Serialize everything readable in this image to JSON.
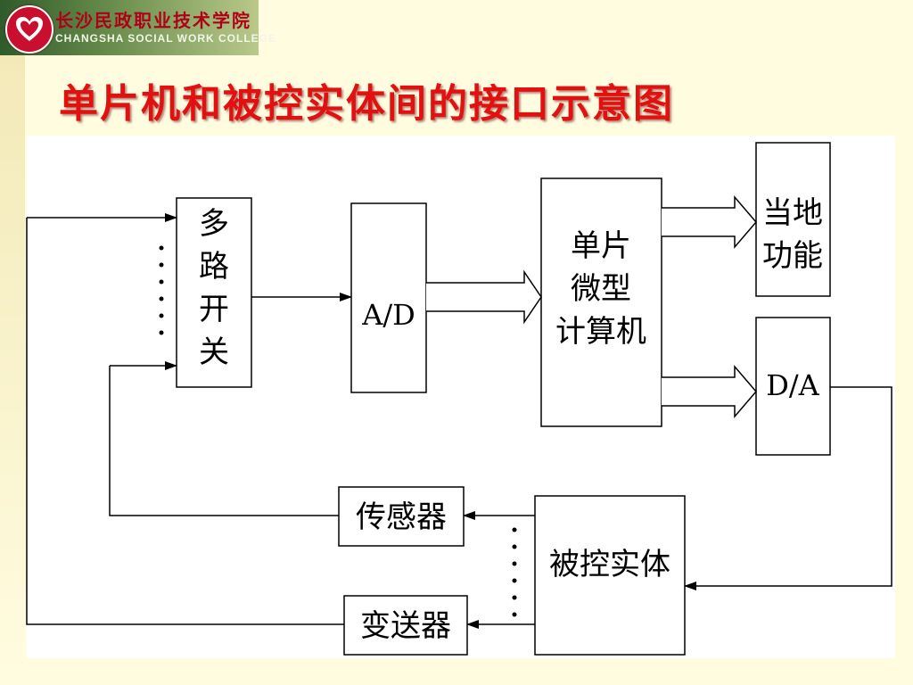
{
  "header": {
    "logo_cn": "长沙民政职业技术学院",
    "logo_en": "CHANGSHA SOCIAL WORK COLLEGE"
  },
  "title": "单片机和被控实体间的接口示意图",
  "diagram": {
    "mux_label": [
      "多",
      "路",
      "开",
      "关"
    ],
    "ad_label": "A/D",
    "mcu_label": [
      "单片",
      "微型",
      "计算机"
    ],
    "local_label": [
      "当地",
      "功能"
    ],
    "da_label": "D/A",
    "plant_label": "被控实体",
    "sensor_label": "传感器",
    "transmitter_label": "变送器"
  },
  "colors": {
    "title": "#e31010",
    "background": "#fffce0",
    "logo_red": "#c8102e"
  }
}
